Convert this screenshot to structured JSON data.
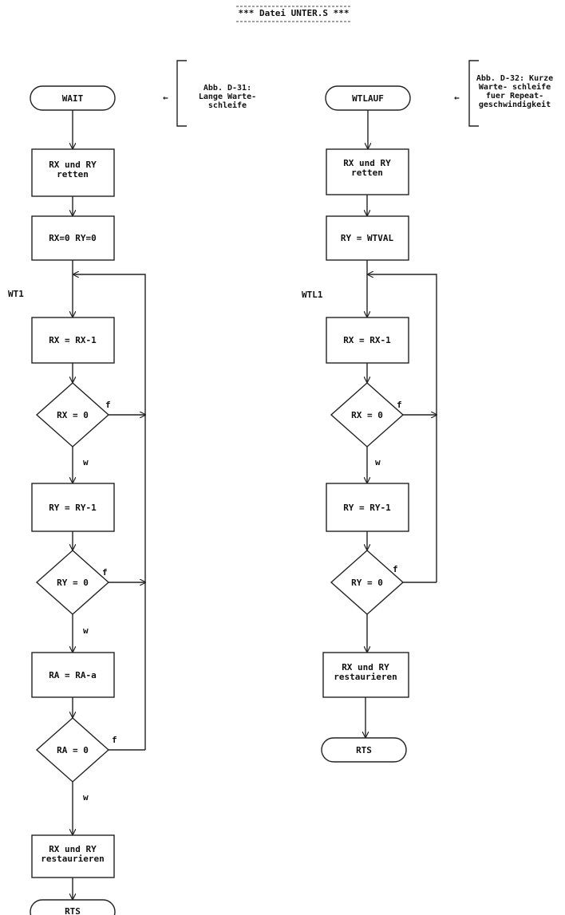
{
  "title": "*** Datei UNTER.S ***",
  "left": {
    "caption": [
      "Abb. D-31:",
      "Lange Warte-",
      "schleife"
    ],
    "start": "WAIT",
    "save": [
      "RX und RY",
      "retten"
    ],
    "init": "RX=0 RY=0",
    "loop_label": "WT1",
    "dec_rx": "RX = RX-1",
    "test_rx": "RX = 0",
    "dec_ry": "RY = RY-1",
    "test_ry": "RY = 0",
    "dec_ra": "RA = RA-a",
    "test_ra": "RA = 0",
    "restore": [
      "RX und RY",
      "restaurieren"
    ],
    "end": "RTS",
    "false_label": "f",
    "true_label": "w"
  },
  "right": {
    "caption": [
      "Abb. D-32: Kurze",
      "Warte- schleife",
      "fuer Repeat-",
      "geschwindigkeit"
    ],
    "start": "WTLAUF",
    "save": [
      "RX und RY",
      "retten"
    ],
    "init": "RY = WTVAL",
    "loop_label": "WTL1",
    "dec_rx": "RX = RX-1",
    "test_rx": "RX = 0",
    "dec_ry": "RY = RY-1",
    "test_ry": "RY = 0",
    "restore": [
      "RX und RY",
      "restaurieren"
    ],
    "end": "RTS",
    "false_label": "f",
    "true_label": "w"
  },
  "arrow_glyph": "←"
}
